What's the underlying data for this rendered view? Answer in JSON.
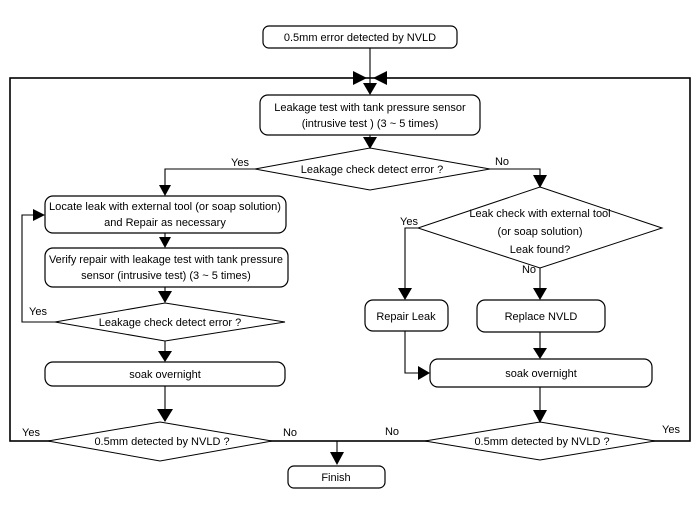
{
  "colors": {
    "line": "#000000",
    "node_fill": "#ffffff",
    "background": "#ffffff"
  },
  "nodes": {
    "start": {
      "label": "0.5mm error detected by NVLD"
    },
    "leakage_test": {
      "lines": [
        "Leakage test  with tank pressure sensor",
        "(intrusive test ) (3 ~ 5 times)"
      ]
    },
    "leakage_check_1": {
      "label": "Leakage check detect error ?"
    },
    "locate_leak": {
      "lines": [
        "Locate leak with external tool (or soap solution)",
        "and Repair as necessary"
      ]
    },
    "verify_repair": {
      "lines": [
        "Verify repair with leakage test  with tank pressure",
        "sensor (intrusive test) (3 ~ 5 times)"
      ]
    },
    "leakage_check_2": {
      "label": "Leakage check detect error ?"
    },
    "soak_overnight_left": {
      "label": "soak overnight"
    },
    "nvld_check_left": {
      "label": "0.5mm detected by NVLD ?"
    },
    "external_leak_check": {
      "lines": [
        "Leak check with external tool",
        "(or soap solution)",
        "Leak found?"
      ]
    },
    "repair_leak": {
      "label": "Repair Leak"
    },
    "replace_nvld": {
      "label": "Replace NVLD"
    },
    "soak_overnight_right": {
      "label": "soak overnight"
    },
    "nvld_check_right": {
      "label": "0.5mm detected by NVLD ?"
    },
    "finish": {
      "label": "Finish"
    }
  },
  "edge_labels": {
    "leakage_check_1_yes": "Yes",
    "leakage_check_1_no": "No",
    "leakage_check_2_yes": "Yes",
    "external_leak_check_yes": "Yes",
    "external_leak_check_no": "No",
    "nvld_check_left_yes": "Yes",
    "nvld_check_left_no": "No",
    "nvld_check_right_no": "No",
    "nvld_check_right_yes": "Yes"
  }
}
